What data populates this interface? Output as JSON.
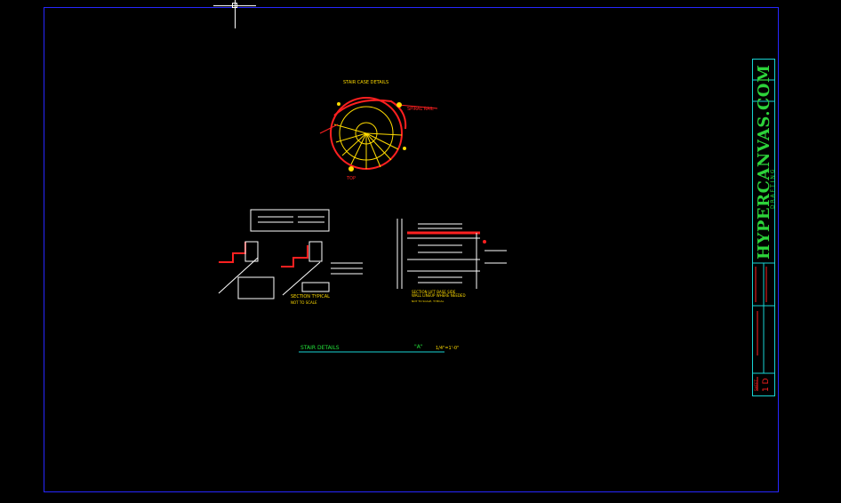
{
  "drawing": {
    "title": "STAIR CASE DETAILS",
    "stair_details_label": "STAIR DETAILS",
    "detail_mark": "\"A\"",
    "scale": "1/4\"=1'-0\"",
    "section_label": "SECTION TYPICAL",
    "section_scale": "NOT TO SCALE",
    "detail_label": "SECTION LIFT BASE SIDE",
    "detail_label_2": "WALL LINEUP WHERE NEEDED",
    "detail_scale": "NOT TO SCALE, TYPICAL"
  },
  "title_block": {
    "brand": "HYPERCANVAS.COM",
    "brand_sub": "DRAFTING",
    "sheet_no": "1 D",
    "sheet_label": "SHEET"
  },
  "colors": {
    "background": "#000000",
    "frame": "#2727ff",
    "title_block": "#18d4d4",
    "brand": "#2cd33a",
    "annotation": "#ffdb00",
    "linework_red": "#ff2020"
  }
}
